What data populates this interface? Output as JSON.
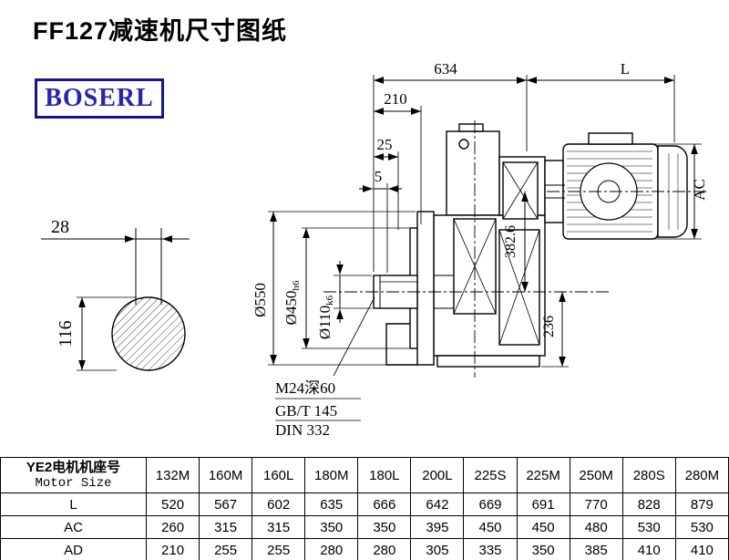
{
  "page": {
    "title": "FF127减速机尺寸图纸",
    "logo_text": "BOSERL"
  },
  "drawing": {
    "left_view": {
      "key_width": "28",
      "shaft_height": "116"
    },
    "top_dims": {
      "overall": "634",
      "motor_length": "L",
      "d210": "210",
      "d25": "25",
      "d5": "5"
    },
    "right_dims": {
      "ac": "AC",
      "center_height": "382.6",
      "base_height": "236"
    },
    "diameter_dims": {
      "d550": "Ø550",
      "d450_main": "Ø450",
      "d450_sub": "h6",
      "d110_main": "Ø110",
      "d110_sub": "k6"
    },
    "notes": {
      "thread": "M24深60",
      "standard1": "GB/T 145",
      "standard2": "DIN 332"
    }
  },
  "table": {
    "header": {
      "cn": "YE2电机机座号",
      "en": "Motor Size"
    },
    "columns": [
      "132M",
      "160M",
      "160L",
      "180M",
      "180L",
      "200L",
      "225S",
      "225M",
      "250M",
      "280S",
      "280M"
    ],
    "rows": [
      {
        "label": "L",
        "values": [
          "520",
          "567",
          "602",
          "635",
          "666",
          "642",
          "669",
          "691",
          "770",
          "828",
          "879"
        ]
      },
      {
        "label": "AC",
        "values": [
          "260",
          "315",
          "315",
          "350",
          "350",
          "395",
          "450",
          "450",
          "480",
          "530",
          "530"
        ]
      },
      {
        "label": "AD",
        "values": [
          "210",
          "255",
          "255",
          "280",
          "280",
          "305",
          "335",
          "350",
          "385",
          "410",
          "410"
        ]
      }
    ]
  }
}
